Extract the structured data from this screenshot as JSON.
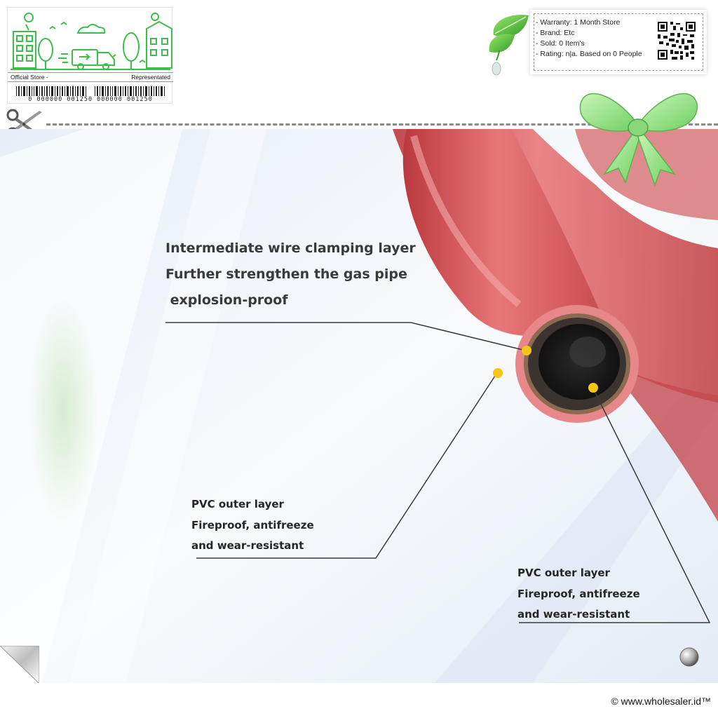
{
  "store_badge": {
    "left_label": "Official Store -",
    "right_label": "Representated",
    "barcode_text": "0 000000 001250 000000 001250"
  },
  "info_card": {
    "items": [
      "- Warranty: 1 Month Store",
      "- Brand: Etc",
      "- Sold: 0 Item's",
      "- Rating: n|a. Based on 0 People"
    ]
  },
  "product": {
    "top_label": {
      "line1": "Intermediate wire clamping layer",
      "line2": "Further strengthen the gas pipe",
      "line3": " explosion-proof"
    },
    "left_label": {
      "line1": "PVC outer layer",
      "line2": "Fireproof, antifreeze",
      "line3": "and wear-resistant"
    },
    "right_label": {
      "line1": "PVC outer layer",
      "line2": "Fireproof, antifreeze",
      "line3": "and wear-resistant"
    }
  },
  "footer": {
    "copyright": "© www.wholesaler.id™"
  },
  "colors": {
    "accent_green": "#3cbf4a",
    "hose_red": "#d9595c",
    "marker_yellow": "#f5c518"
  },
  "icons": [
    "city-delivery-illustration",
    "barcode-icon",
    "leaf-icon",
    "qr-code-icon",
    "scissors-icon",
    "bow-icon",
    "page-curl-icon",
    "pin-icon"
  ]
}
